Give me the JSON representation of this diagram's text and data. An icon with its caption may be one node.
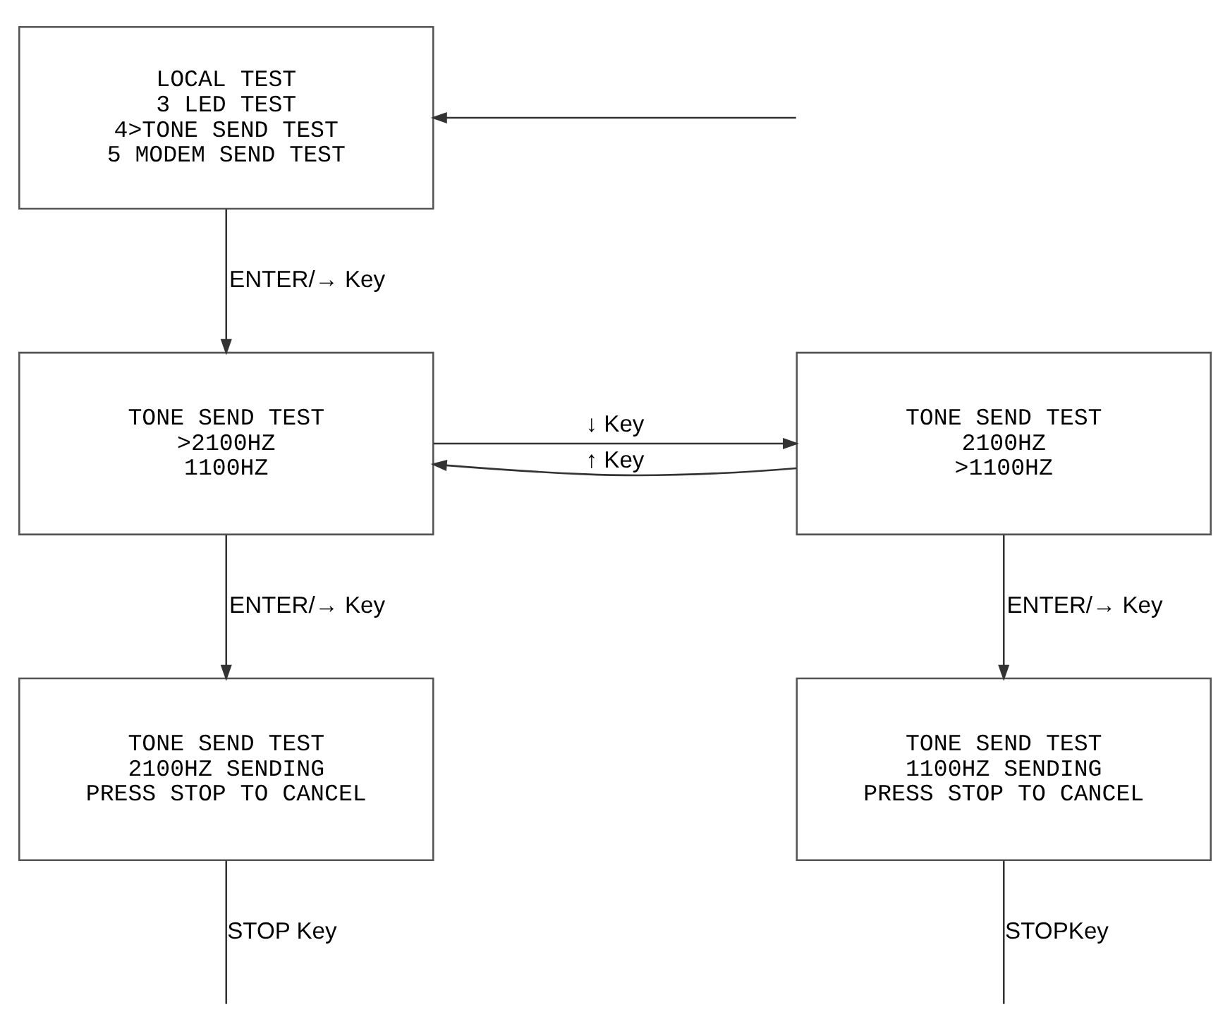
{
  "diagram": {
    "nodes": [
      {
        "text": [
          "LOCAL TEST",
          "3 LED TEST",
          "4>TONE SEND TEST",
          "5 MODEM SEND TEST"
        ]
      },
      {
        "text": [
          "TONE SEND TEST",
          ">2100HZ",
          " 1100HZ"
        ]
      },
      {
        "text": [
          "TONE SEND TEST",
          " 2100HZ",
          ">1100HZ"
        ]
      },
      {
        "text": [
          "TONE SEND TEST",
          "2100HZ SENDING",
          "PRESS STOP TO CANCEL"
        ]
      },
      {
        "text": [
          "TONE SEND TEST",
          "1100HZ SENDING",
          "PRESS STOP TO CANCEL"
        ]
      }
    ],
    "edges": [
      {
        "from": null,
        "to": 0,
        "arrow": "to"
      },
      {
        "from": 0,
        "to": 1,
        "arrow": "to",
        "label": "ENTER/→ Key"
      },
      {
        "from": 1,
        "to": 2,
        "arrow": "to",
        "label": "↓ Key"
      },
      {
        "from": 2,
        "to": 1,
        "arrow": "to",
        "label": "↑ Key"
      },
      {
        "from": 1,
        "to": 3,
        "arrow": "to",
        "label": "ENTER/→ Key"
      },
      {
        "from": 2,
        "to": 4,
        "arrow": "to",
        "label": "ENTER/→ Key"
      },
      {
        "from": 3,
        "to": null,
        "arrow": "none",
        "label": "STOP Key"
      },
      {
        "from": 4,
        "to": null,
        "arrow": "none",
        "label": "STOPKey"
      }
    ]
  }
}
